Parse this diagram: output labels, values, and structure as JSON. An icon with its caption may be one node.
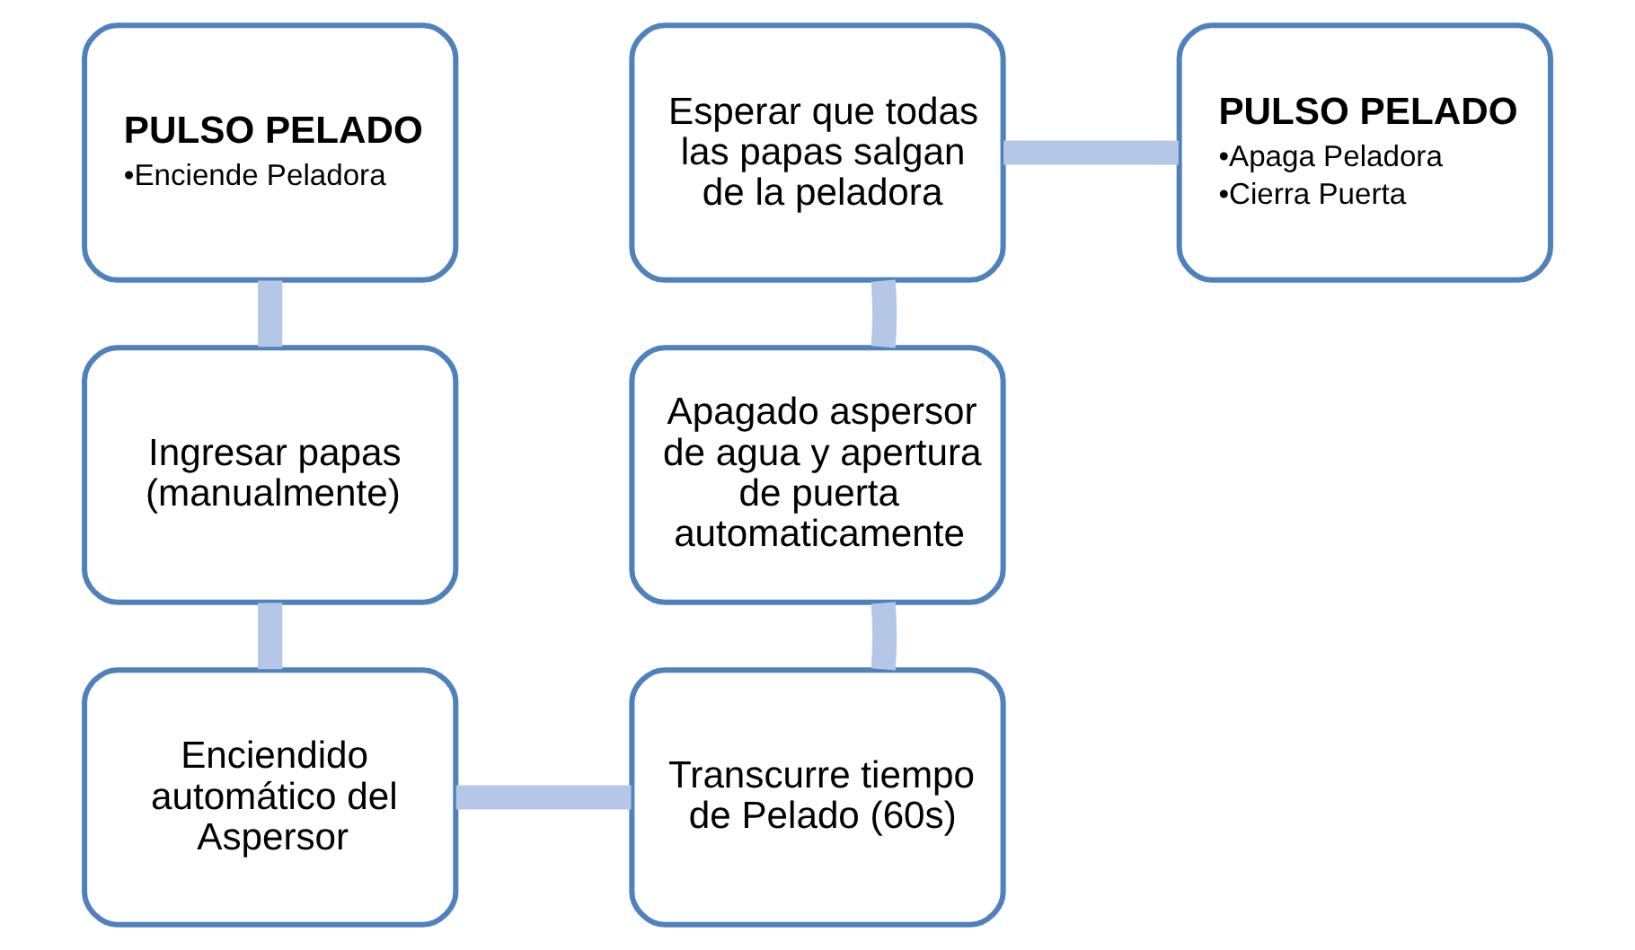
{
  "diagram": {
    "nodes": [
      {
        "text": [
          "PULSO PELADO",
          "•Enciende Peladora"
        ]
      },
      {
        "text": [
          "Ingresar papas (manualmente)"
        ]
      },
      {
        "text": [
          "Enciendido automático del Aspersor"
        ]
      },
      {
        "text": [
          "Transcurre tiempo de Pelado (60s)"
        ]
      },
      {
        "text": [
          "Apagado aspersor de agua y apertura de puerta automaticamente"
        ]
      },
      {
        "text": [
          "Esperar que todas las papas salgan de la peladora"
        ]
      },
      {
        "text": [
          "PULSO PELADO",
          "•Apaga Peladora",
          "•Cierra Puerta"
        ]
      }
    ],
    "edges": [
      {
        "from": 0,
        "to": 1,
        "arrow": "none"
      },
      {
        "from": 1,
        "to": 2,
        "arrow": "none"
      },
      {
        "from": 2,
        "to": 3,
        "arrow": "none"
      },
      {
        "from": 3,
        "to": 4,
        "arrow": "none"
      },
      {
        "from": 4,
        "to": 5,
        "arrow": "none"
      },
      {
        "from": 5,
        "to": 6,
        "arrow": "none"
      }
    ]
  }
}
